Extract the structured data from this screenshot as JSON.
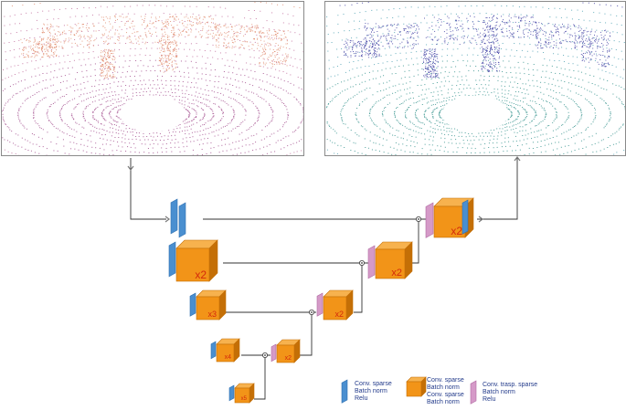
{
  "colors": {
    "conv": "#4a8fd0",
    "conv_dark": "#2f6fb0",
    "block_front": "#f29418",
    "block_top": "#f7b24e",
    "block_side": "#c46f06",
    "trasp": "#d59ac8",
    "trasp_dark": "#b06aa2",
    "mult_text": "#d42a0c",
    "line": "#333333",
    "arrow": "#7a7a7a",
    "input_cloud": "#a0488a",
    "input_cloud_far": "#e08a6a",
    "output_cloud": "#2f8f8a",
    "output_cloud_far": "#3a3aa0"
  },
  "network": {
    "encoder": [
      {
        "id": "enc0",
        "multiplier": ""
      },
      {
        "id": "enc1",
        "multiplier": "x2"
      },
      {
        "id": "enc2",
        "multiplier": "x3"
      },
      {
        "id": "enc3",
        "multiplier": "x4"
      },
      {
        "id": "enc4",
        "multiplier": "x5"
      }
    ],
    "decoder": [
      {
        "id": "dec3",
        "multiplier": "x2"
      },
      {
        "id": "dec2",
        "multiplier": "x2"
      },
      {
        "id": "dec1",
        "multiplier": "x2"
      },
      {
        "id": "dec0",
        "multiplier": "x2"
      }
    ]
  },
  "legend": {
    "conv": [
      "Conv. sparse",
      "Batch norm",
      "Relu"
    ],
    "block": [
      "Conv. sparse",
      "Batch norm",
      "Conv. sparse",
      "Batch norm"
    ],
    "trasp": [
      "Conv. trasp. sparse",
      "Batch norm",
      "Relu"
    ]
  }
}
